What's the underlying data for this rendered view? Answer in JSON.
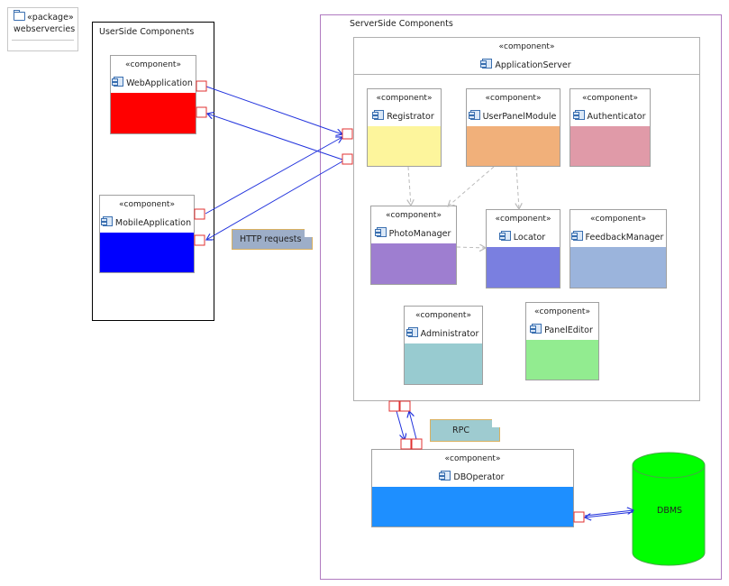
{
  "package": {
    "stereotype": "«package»",
    "name": "webservercies"
  },
  "user_group": {
    "title": "UserSide Components"
  },
  "server_group": {
    "title": "ServerSide Components"
  },
  "stereotype_component": "«component»",
  "app_server": {
    "name": "ApplicationServer"
  },
  "components": {
    "web_app": {
      "name": "WebApplication",
      "color": "#ff0000"
    },
    "mobile_app": {
      "name": "MobileApplication",
      "color": "#0000ff"
    },
    "registrator": {
      "name": "Registrator",
      "color": "#fdf59c"
    },
    "user_panel": {
      "name": "UserPanelModule",
      "color": "#f1b07a"
    },
    "authenticator": {
      "name": "Authenticator",
      "color": "#e09aa8"
    },
    "photo_manager": {
      "name": "PhotoManager",
      "color": "#9e7ed0"
    },
    "locator": {
      "name": "Locator",
      "color": "#7a7fe0"
    },
    "feedback_manager": {
      "name": "FeedbackManager",
      "color": "#9bb4dc"
    },
    "administrator": {
      "name": "Administrator",
      "color": "#98cbd0"
    },
    "panel_editor": {
      "name": "PanelEditor",
      "color": "#92ec90"
    },
    "db_operator": {
      "name": "DBOperator",
      "color": "#1e8fff"
    }
  },
  "notes": {
    "http": {
      "text": "HTTP requests",
      "color": "#9daec8"
    },
    "rpc": {
      "text": "RPC",
      "color": "#9ecbd0"
    }
  },
  "dbms": {
    "name": "DBMS",
    "color": "#00ff00"
  },
  "colors": {
    "link": "#2233dd",
    "dependency": "#bbbbbb",
    "port": "#e03030"
  }
}
